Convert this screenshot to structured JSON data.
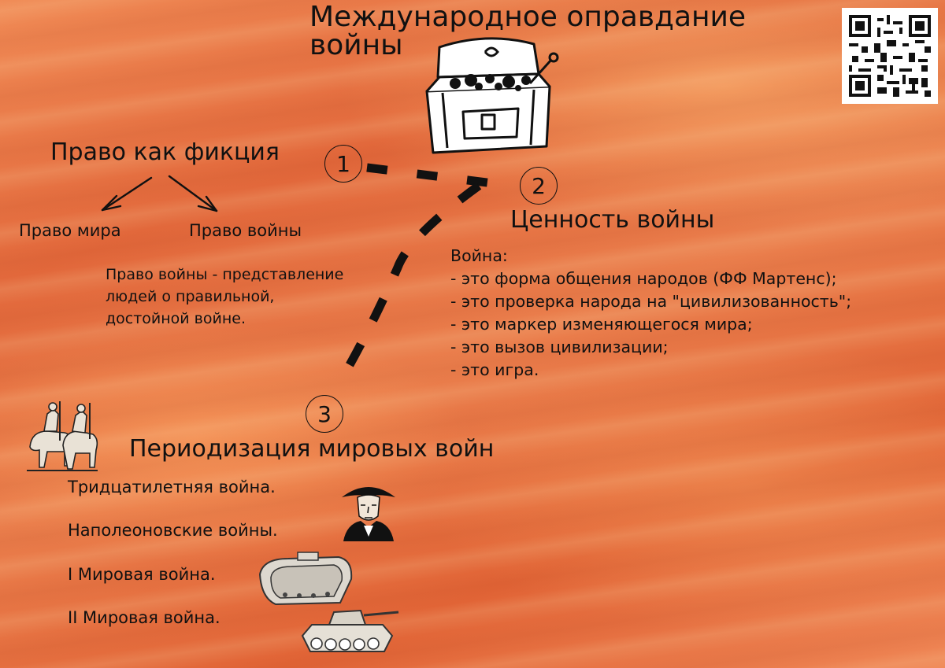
{
  "title_line1": "Международное оправдание",
  "title_line2": "войны",
  "markers": [
    "1",
    "2",
    "3"
  ],
  "law": {
    "heading": "Право как фикция",
    "left_branch": "Право мира",
    "right_branch": "Право войны",
    "definition": [
      "Право войны - представление",
      "людей о правильной,",
      "достойной войне."
    ]
  },
  "value": {
    "heading": "Ценность войны",
    "lead": "Война:",
    "items": [
      "- это форма общения народов (ФФ Мартенс);",
      "- это проверка народа на \"цивилизованность\";",
      "- это маркер изменяющегося мира;",
      "- это вызов цивилизации;",
      "- это игра."
    ]
  },
  "periods": {
    "heading": "Периодизация мировых войн",
    "items": [
      "Тридцатилетняя война.",
      "Наполеоновские войны.",
      "I Мировая война.",
      "II Мировая война."
    ]
  },
  "icons": [
    "treasure-chest-icon",
    "qr-code-icon",
    "knights-icon",
    "napoleon-icon",
    "tank-ww1-icon",
    "tank-ww2-icon"
  ]
}
